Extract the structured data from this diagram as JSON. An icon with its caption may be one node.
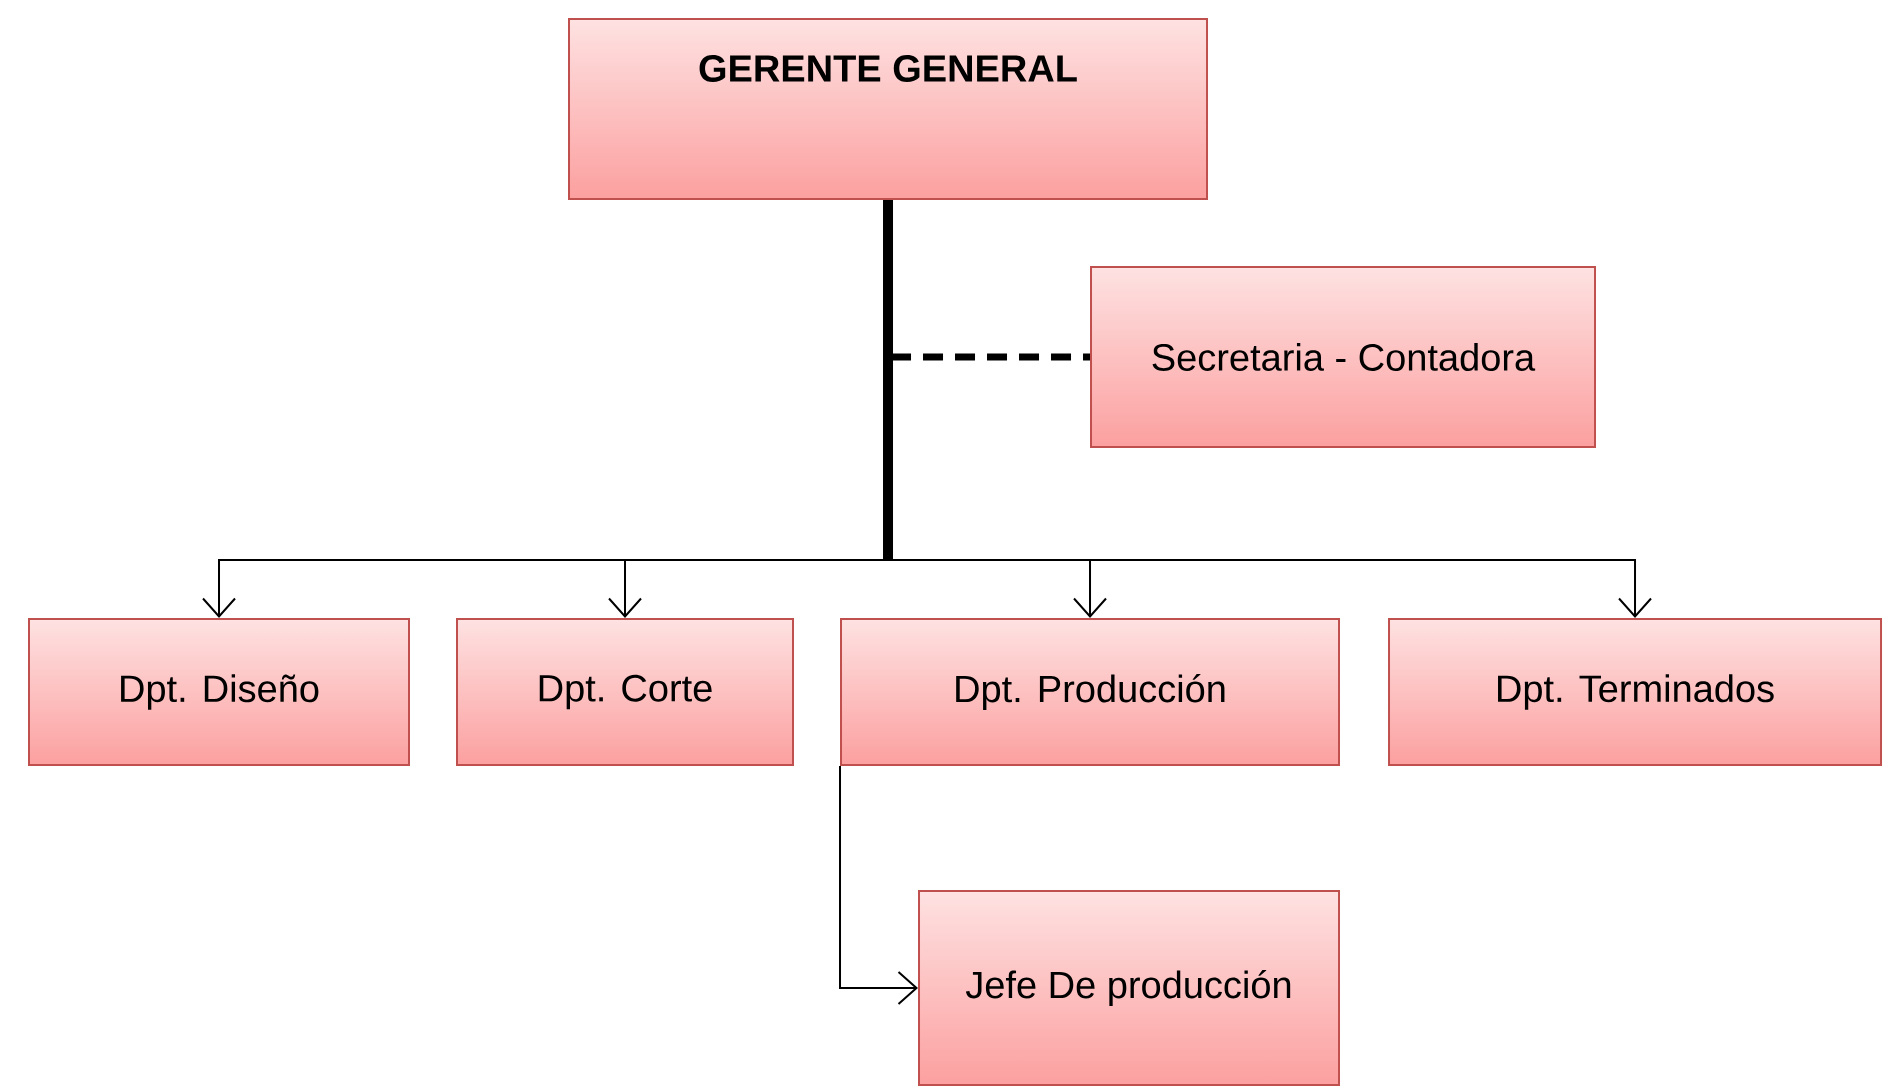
{
  "diagram": {
    "nodes": [
      {
        "text": [
          "GERENTE GENERAL"
        ]
      },
      {
        "text": [
          "Secretaria - Contadora"
        ]
      },
      {
        "text": [
          "Dpt. Diseño"
        ]
      },
      {
        "text": [
          "Dpt. Corte"
        ]
      },
      {
        "text": [
          "Dpt. Producción"
        ]
      },
      {
        "text": [
          "Dpt. Terminados"
        ]
      },
      {
        "text": [
          "Jefe De producción"
        ]
      }
    ],
    "edges": [
      {
        "from": 0,
        "to": 1,
        "arrow": "none",
        "style": "dashed"
      },
      {
        "from": 0,
        "to": 2,
        "arrow": "to"
      },
      {
        "from": 0,
        "to": 3,
        "arrow": "to"
      },
      {
        "from": 0,
        "to": 4,
        "arrow": "to"
      },
      {
        "from": 0,
        "to": 5,
        "arrow": "to"
      },
      {
        "from": 4,
        "to": 6,
        "arrow": "to"
      }
    ]
  }
}
